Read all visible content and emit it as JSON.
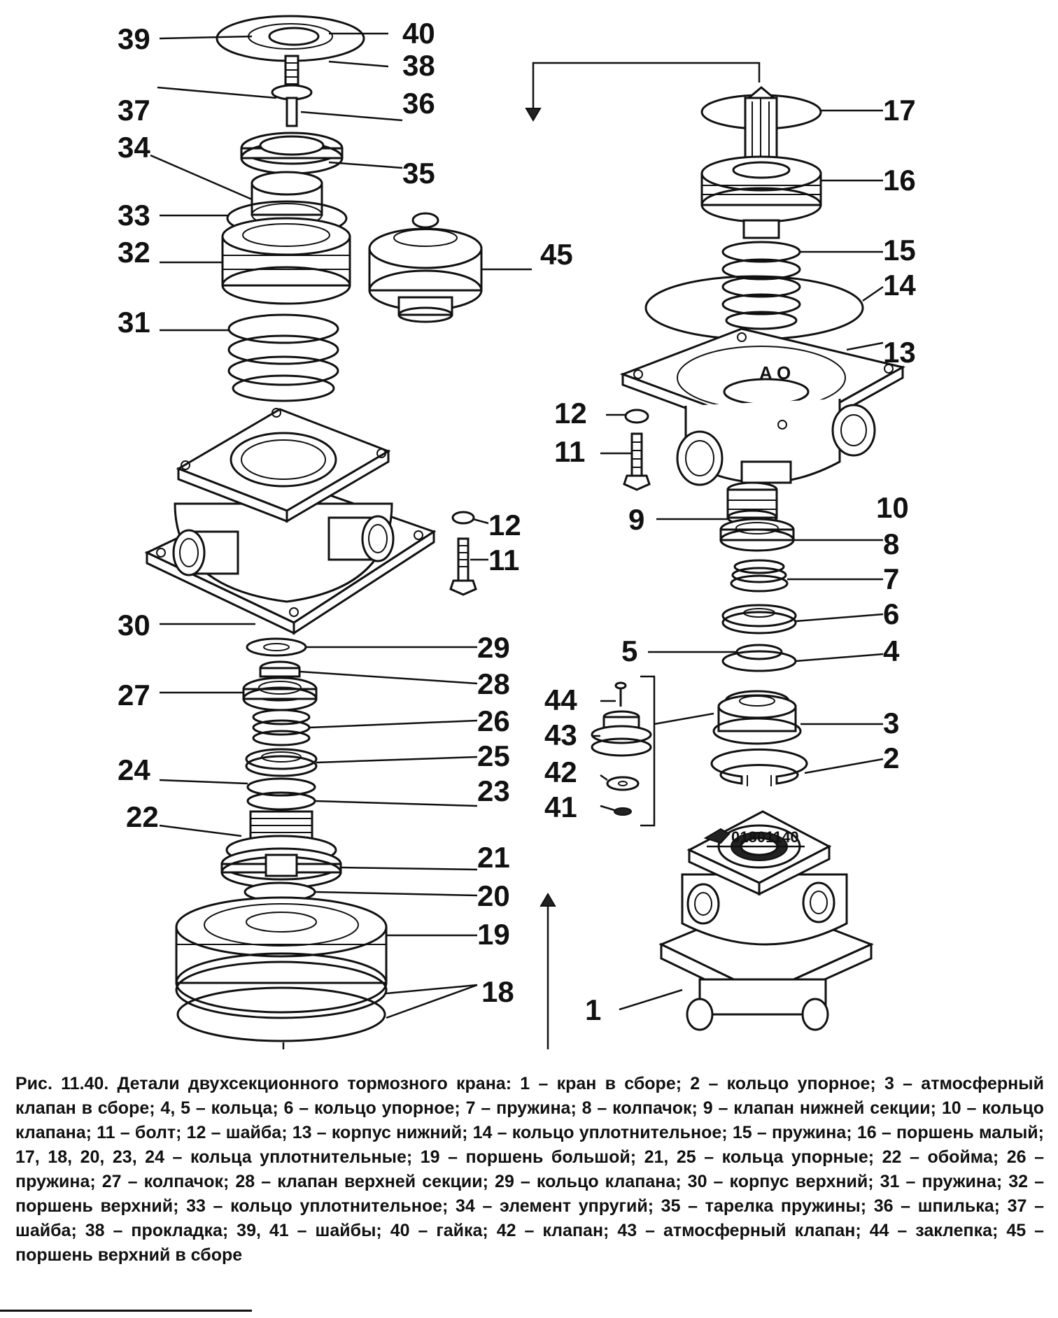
{
  "figure": {
    "image_code": "01801140",
    "callouts": [
      "1",
      "2",
      "3",
      "4",
      "5",
      "6",
      "7",
      "8",
      "9",
      "10",
      "11",
      "12",
      "13",
      "14",
      "15",
      "16",
      "17",
      "18",
      "19",
      "20",
      "21",
      "22",
      "23",
      "24",
      "25",
      "26",
      "27",
      "28",
      "29",
      "30",
      "31",
      "32",
      "33",
      "34",
      "35",
      "36",
      "37",
      "38",
      "39",
      "40",
      "41",
      "42",
      "43",
      "44",
      "45",
      "11",
      "12"
    ]
  },
  "caption": {
    "title": "Рис. 11.40. Детали двухсекционного тормозного крана:",
    "text": " 1 – кран в сборе; 2 – кольцо упорное; 3 – атмосферный клапан в сборе; 4, 5 – кольца; 6 – кольцо упорное; 7 – пружина; 8 – колпачок; 9 – клапан нижней секции; 10 – кольцо клапана; 11 – болт; 12 – шайба; 13 – корпус нижний; 14 – кольцо уплотнительное; 15 – пружина; 16 – поршень малый; 17, 18, 20, 23, 24 – кольца уплотнительные; 19 – поршень большой; 21, 25 – кольца упорные; 22 – обойма; 26 – пружина; 27 – колпачок; 28 – клапан верхней секции; 29 – кольцо клапана; 30 – корпус верхний; 31 – пружина; 32 – поршень верхний; 33 – кольцо уплотнительное; 34 – элемент упругий; 35 – тарелка пружины; 36 – шпилька; 37 – шайба; 38 – прокладка; 39, 41 – шайбы; 40 – гайка; 42 – клапан; 43 – атмосферный клапан; 44 – заклепка; 45 – поршень верхний в сборе"
  }
}
